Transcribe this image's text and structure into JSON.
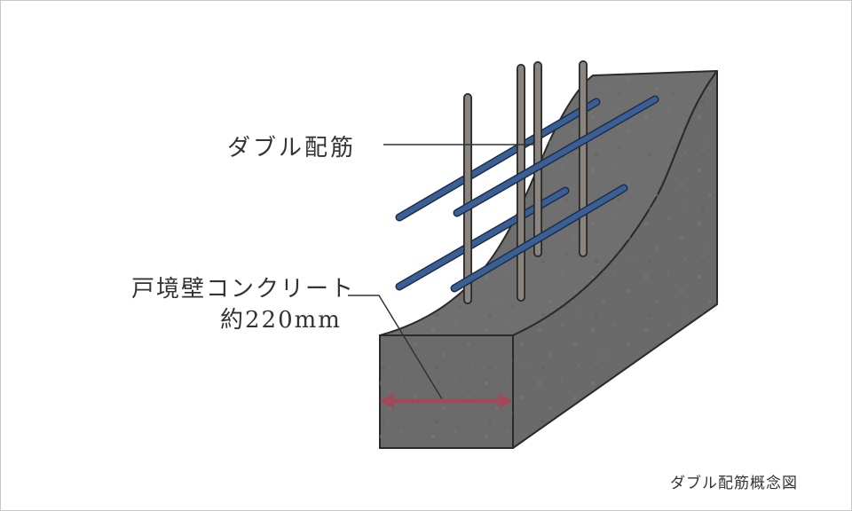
{
  "labels": {
    "rebar": "ダブル配筋",
    "wall_material": "戸境壁コンクリート",
    "thickness": "約220mm"
  },
  "caption": "ダブル配筋概念図",
  "colors": {
    "concrete": "#6b6b6b",
    "concrete_outline": "#2a2a2a",
    "horizontal_rebar": "#3a5f96",
    "vertical_rebar": "#8a8480",
    "dimension_arrow": "#a04a58",
    "leader_line": "#333333",
    "text": "#333333",
    "border": "#c8c8c8"
  }
}
